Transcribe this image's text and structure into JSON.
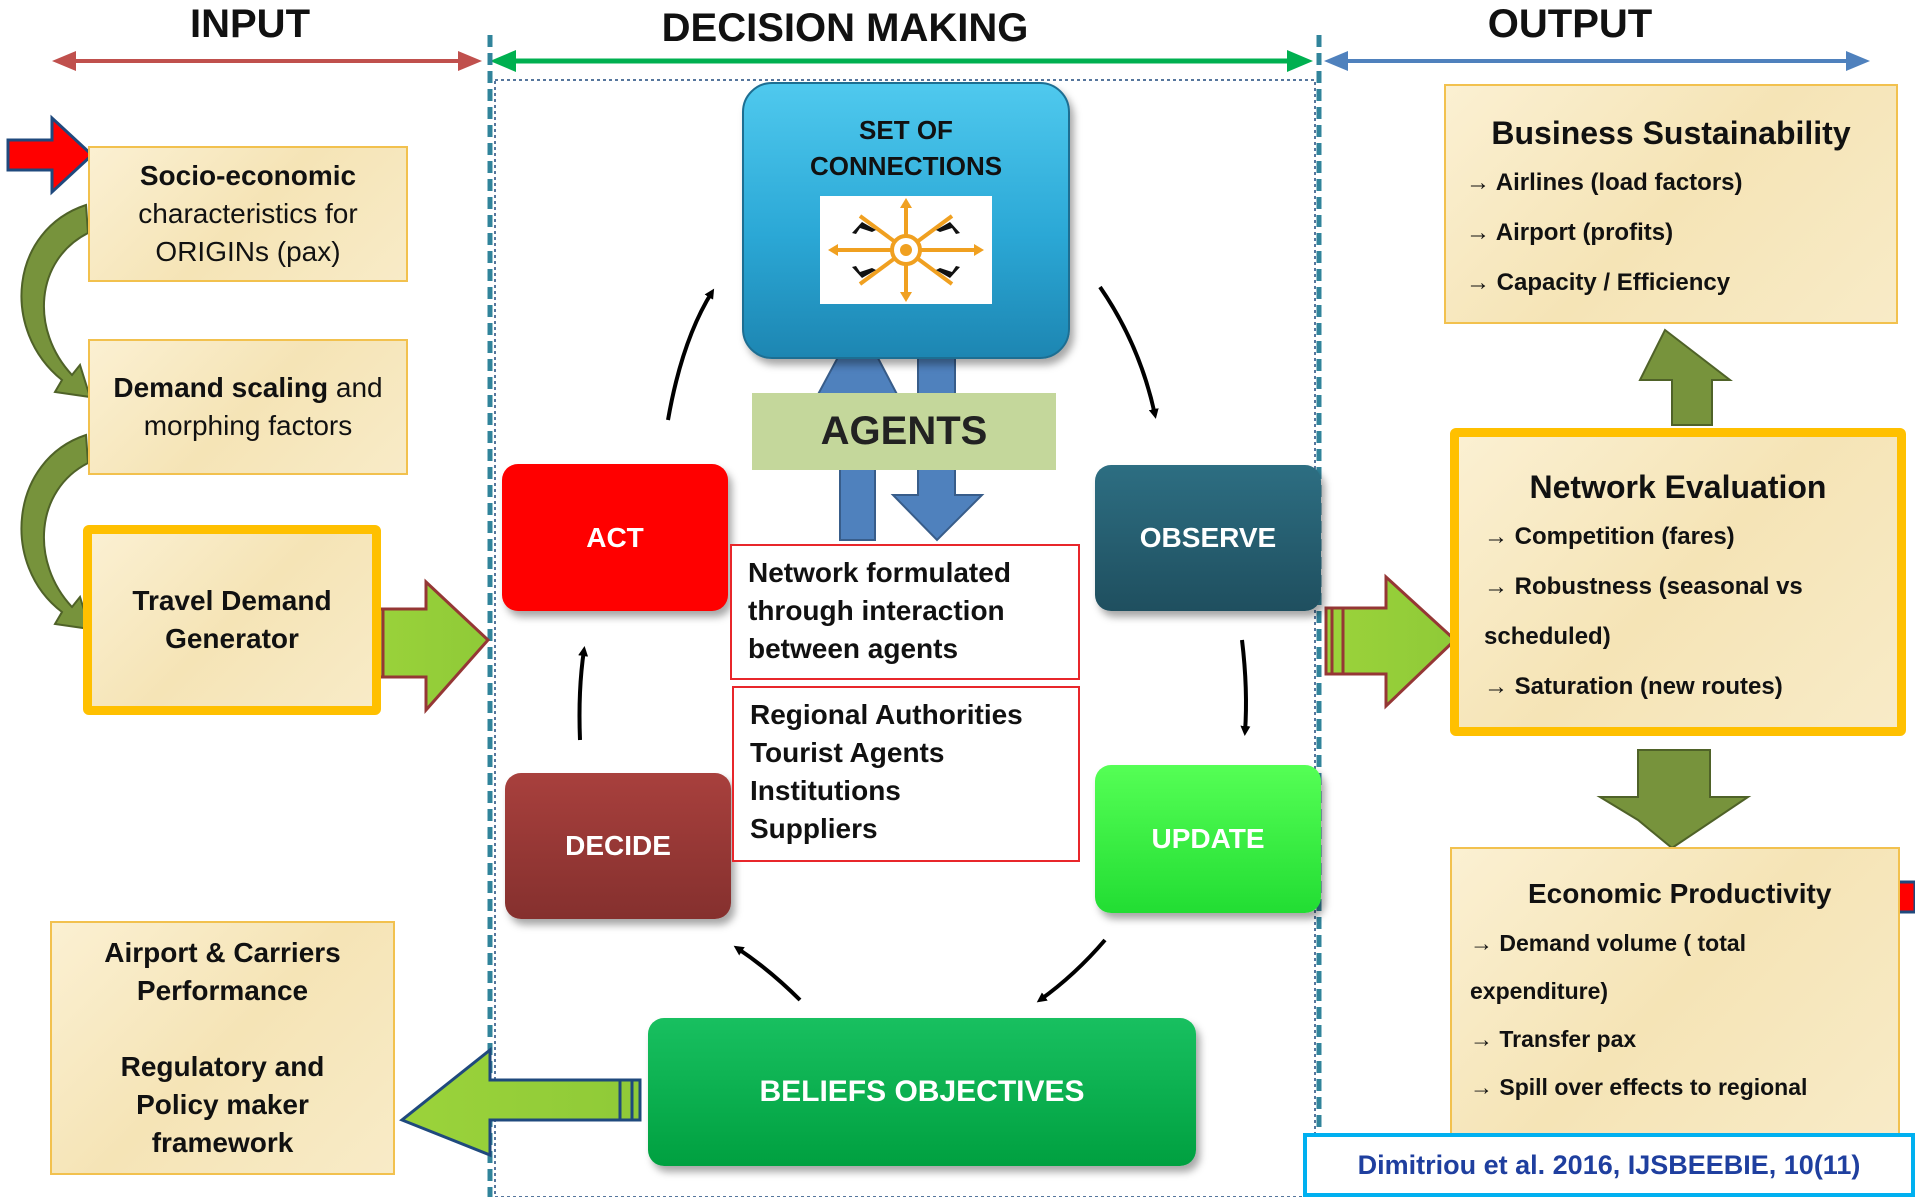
{
  "headers": {
    "input": "INPUT",
    "decision": "DECISION MAKING",
    "output": "OUTPUT"
  },
  "input": {
    "socio_bold": "Socio-economic",
    "socio_rest_1": "characteristics for",
    "socio_rest_2": "ORIGINs (pax)",
    "demand_bold": "Demand scaling",
    "demand_rest_1": "and",
    "demand_rest_2": "morphing factors",
    "tdg_1": "Travel Demand",
    "tdg_2": "Generator",
    "perf_1": "Airport & Carriers",
    "perf_2": "Performance",
    "reg_1": "Regulatory and",
    "reg_2": "Policy maker",
    "reg_3": "framework"
  },
  "decision": {
    "connections_1": "SET OF",
    "connections_2": "CONNECTIONS",
    "agents": "AGENTS",
    "act": "ACT",
    "observe": "OBSERVE",
    "decide": "DECIDE",
    "update": "UPDATE",
    "beliefs": "BELIEFS OBJECTIVES",
    "network_1": "Network formulated",
    "network_2": "through interaction",
    "network_3": "between agents",
    "agents_list": [
      "Regional Authorities",
      "Tourist Agents",
      "Institutions",
      "Suppliers"
    ]
  },
  "output": {
    "business_title": "Business Sustainability",
    "business_items": [
      "→ Airlines (load factors)",
      "→ Airport (profits)",
      "→ Capacity / Efficiency"
    ],
    "network_title": "Network Evaluation",
    "network_items": [
      "→ Competition (fares)",
      "→ Robustness (seasonal vs",
      "scheduled)",
      "→ Saturation (new routes)"
    ],
    "economic_title": "Economic Productivity",
    "economic_items": [
      "→ Demand volume ( total",
      "expenditure)",
      "→ Transfer pax",
      "→ Spill over effects to regional"
    ]
  },
  "citation": "Dimitriou et al. 2016, IJSBEEBIE, 10(11)",
  "colors": {
    "act": "#ff0000",
    "observe": "#215967",
    "decide": "#953735",
    "update": "#33ff33",
    "beliefs": "#00b050",
    "connections": "#2eb5e0",
    "agents_band": "#c4d79b",
    "input_arrow": "#c0504d",
    "decision_arrow": "#00b050",
    "output_arrow": "#4f81bd"
  }
}
